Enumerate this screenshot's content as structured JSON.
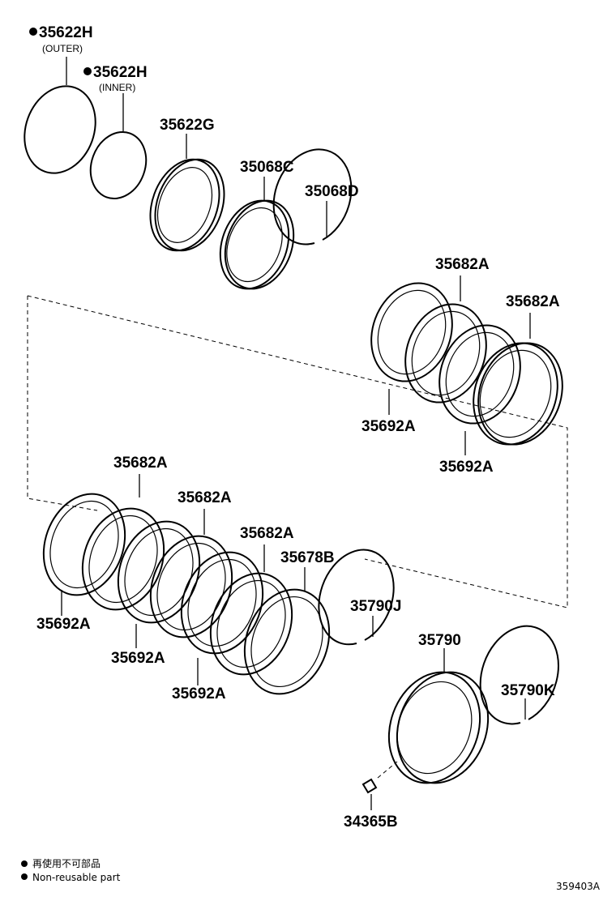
{
  "labels": {
    "h_outer": "35622H",
    "h_outer_sub": "(OUTER)",
    "h_inner": "35622H",
    "h_inner_sub": "(INNER)",
    "g": "35622G",
    "c": "35068C",
    "d": "35068D",
    "a_682_r1": "35682A",
    "a_682_r2": "35682A",
    "a_692_r1": "35692A",
    "a_692_r2": "35692A",
    "a_682_l1": "35682A",
    "a_682_l2": "35682A",
    "a_682_l3": "35682A",
    "b_678": "35678B",
    "a_692_l1": "35692A",
    "a_692_l2": "35692A",
    "a_692_l3": "35692A",
    "j": "35790J",
    "hub": "35790",
    "k": "35790K",
    "b_343": "34365B"
  },
  "legend": {
    "line1": "再使用不可部品",
    "line2": "Non-reusable part"
  },
  "figure_id": "359403A"
}
